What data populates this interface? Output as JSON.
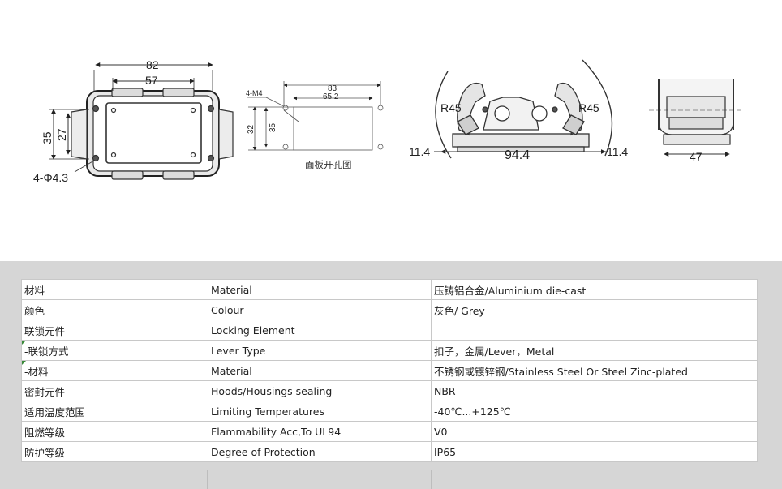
{
  "drawing": {
    "view1": {
      "dim_width_outer": "82",
      "dim_width_inner": "57",
      "dim_height_outer": "35",
      "dim_height_inner": "27",
      "holes": "4-Φ4.3"
    },
    "view2": {
      "dim_width_outer": "83",
      "dim_width_inner": "65.2",
      "dim_height_outer": "35",
      "dim_height_inner": "32",
      "thread": "4-M4",
      "caption": "面板开孔图"
    },
    "view3": {
      "radius_left": "R45",
      "radius_right": "R45",
      "offset_left": "11.4",
      "offset_right": "11.4",
      "width": "94.4"
    },
    "view4": {
      "width": "47"
    }
  },
  "spec": {
    "rows": [
      {
        "cn": "材料",
        "en": "Material",
        "value": "压铸铝合金/Aluminium die-cast"
      },
      {
        "cn": "颜色",
        "en": "Colour",
        "value": "灰色/ Grey"
      },
      {
        "cn": "联锁元件",
        "en": "Locking Element",
        "value": ""
      },
      {
        "cn": " -联锁方式",
        "en": "Lever Type",
        "value": "扣子，金属/Lever，Metal"
      },
      {
        "cn": " -材料",
        "en": "Material",
        "value": "不锈钢或镀锌钢/Stainless Steel Or Steel Zinc-plated"
      },
      {
        "cn": "密封元件",
        "en": "Hoods/Housings sealing",
        "value": "NBR"
      },
      {
        "cn": "适用温度范围",
        "en": "Limiting Temperatures",
        "value": "-40℃...+125℃"
      },
      {
        "cn": "阻燃等级",
        "en": "Flammability Acc,To UL94",
        "value": "V0"
      },
      {
        "cn": "防护等级",
        "en": "Degree of Protection",
        "value": "IP65"
      }
    ]
  }
}
